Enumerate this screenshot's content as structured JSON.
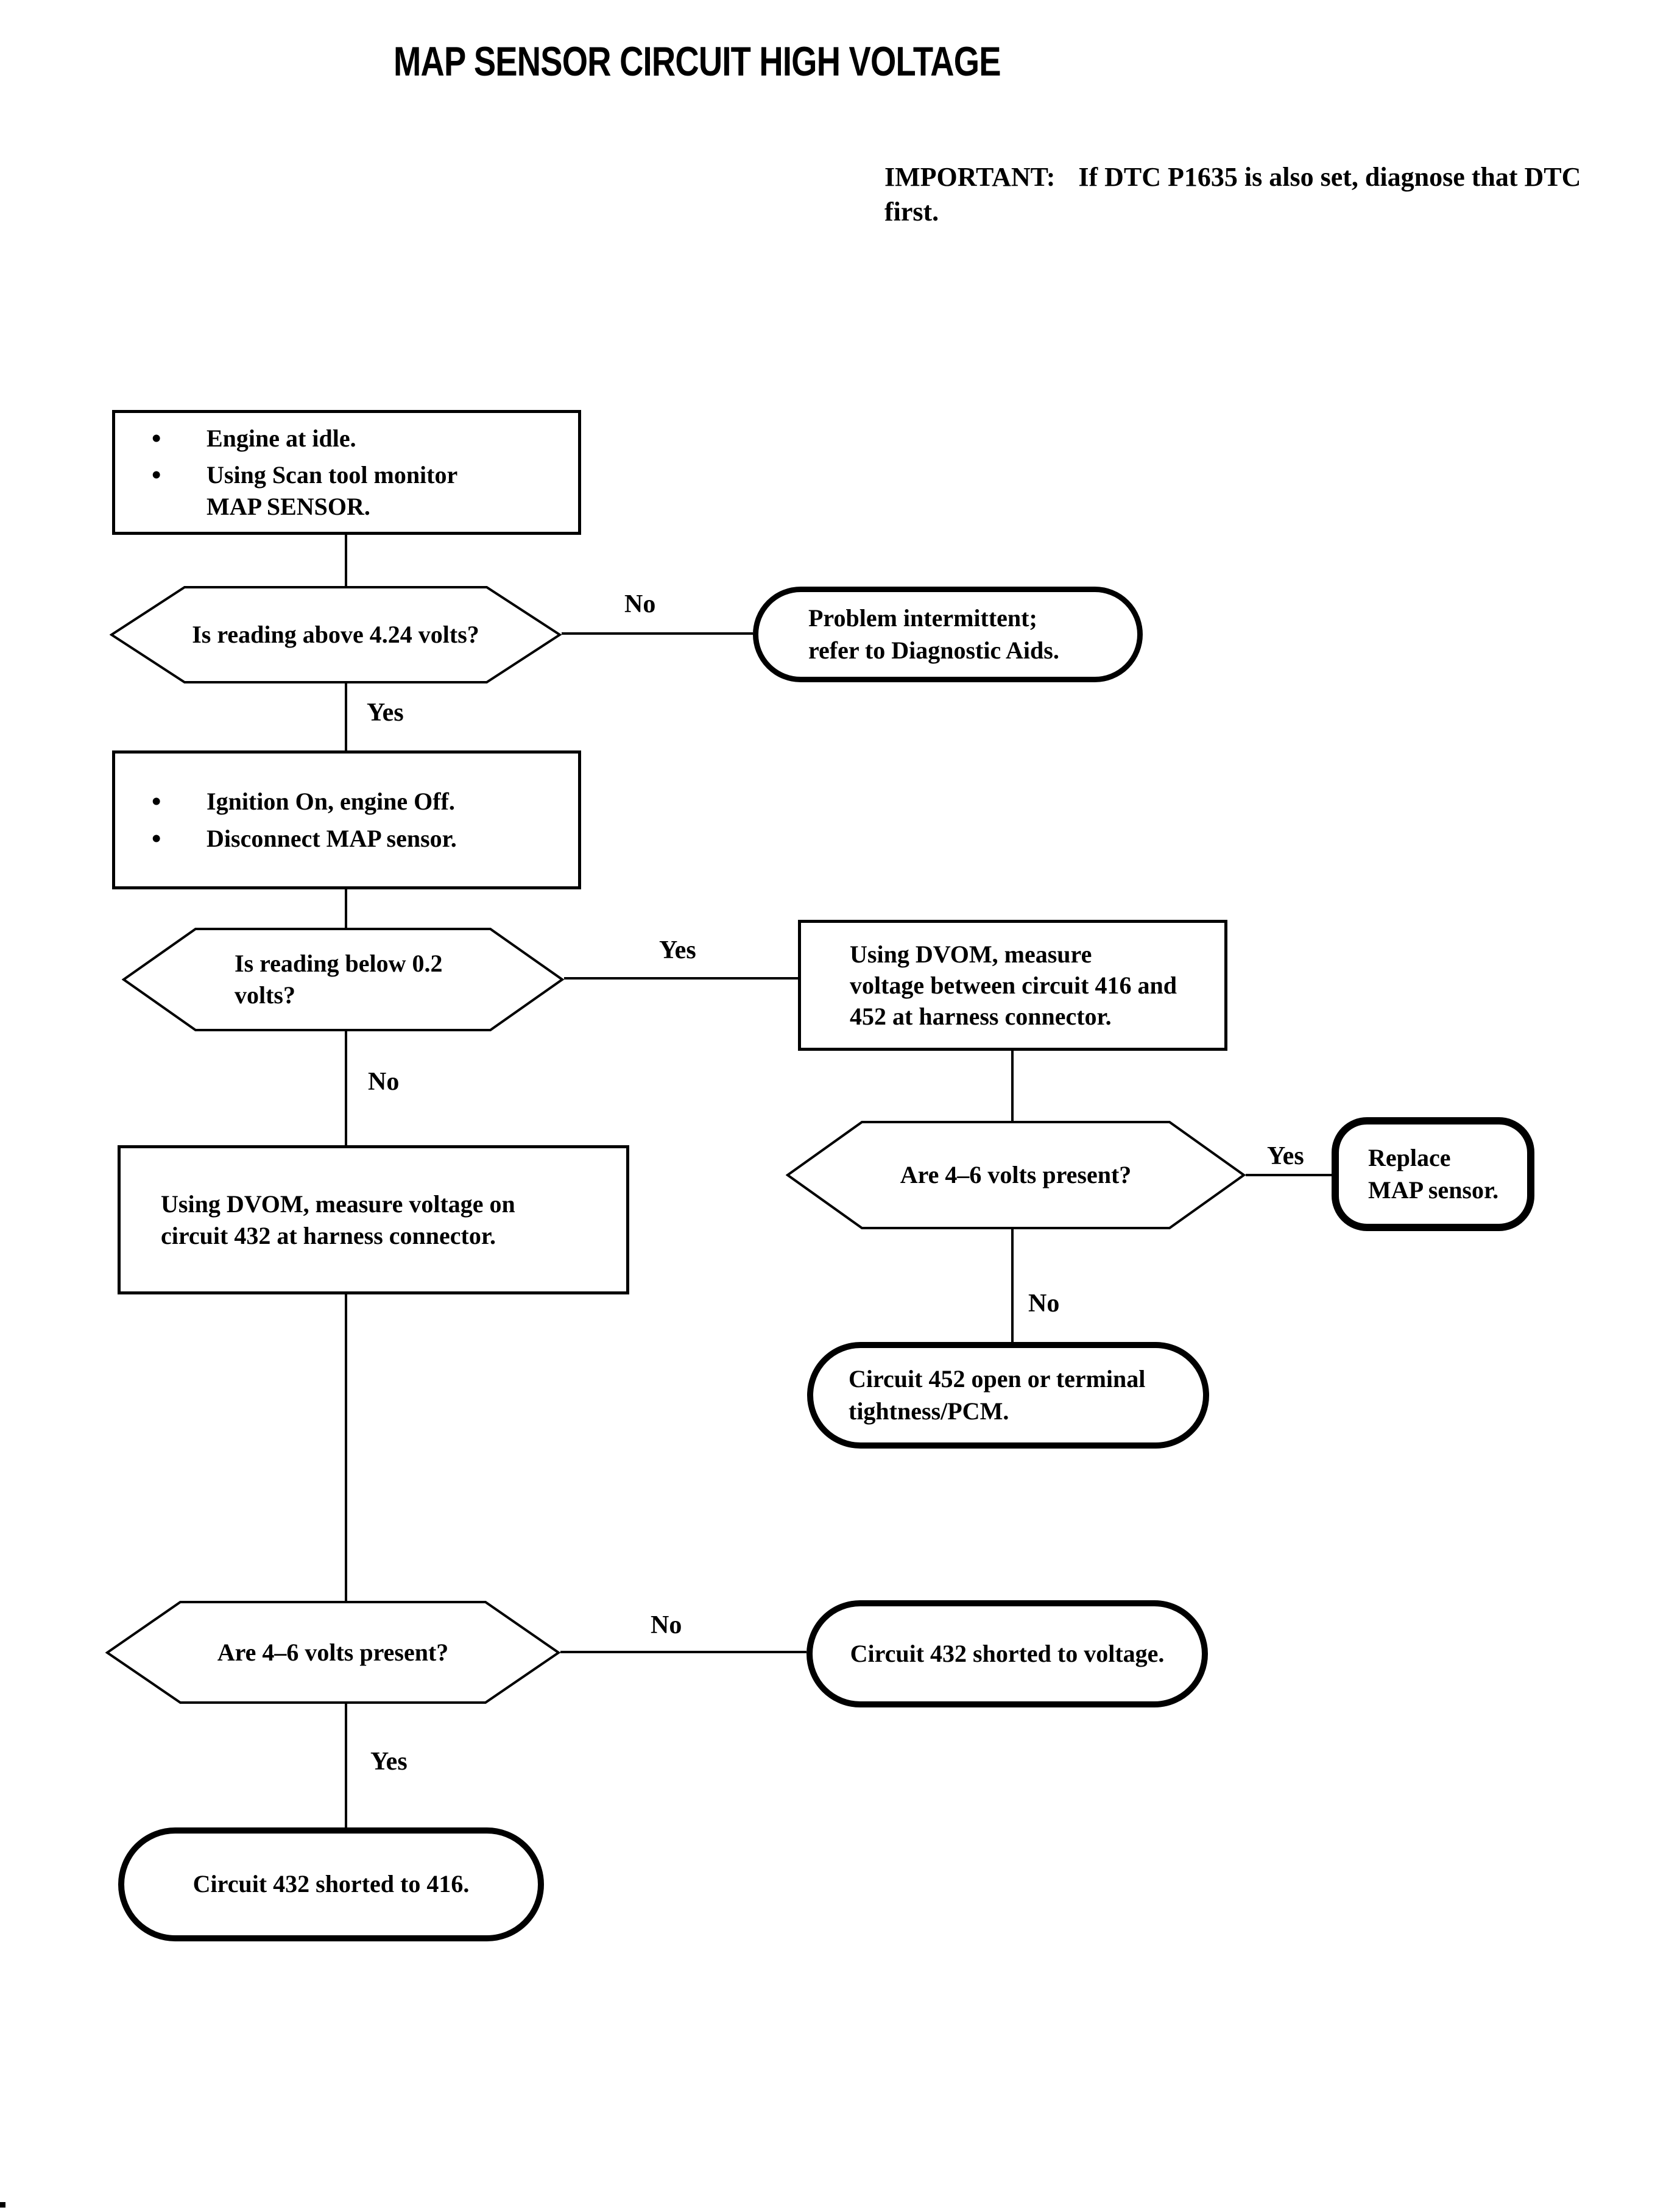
{
  "title": "MAP SENSOR CIRCUIT HIGH VOLTAGE",
  "important_note": {
    "label": "IMPORTANT:",
    "line1": "If DTC P1635 is also set, diagnose",
    "line2": "that DTC first."
  },
  "flow": {
    "step_idle": {
      "bullets": [
        "Engine at idle.",
        "Using Scan tool monitor MAP SENSOR."
      ]
    },
    "decision_above_424": {
      "question": "Is reading above 4.24 volts?",
      "yes": "Yes",
      "no": "No"
    },
    "result_intermittent": {
      "lines": [
        "Problem intermittent;",
        "refer to Diagnostic Aids."
      ]
    },
    "step_ignition": {
      "bullets": [
        "Ignition On, engine Off.",
        "Disconnect MAP sensor."
      ]
    },
    "decision_below_02": {
      "lines": [
        "Is reading below 0.2",
        "volts?"
      ],
      "yes": "Yes",
      "no": "No"
    },
    "step_measure_416_452": {
      "lines": [
        "Using DVOM, measure",
        "voltage between circuit 416 and",
        "452 at harness connector."
      ]
    },
    "decision_46_right": {
      "question": "Are 4–6 volts present?",
      "yes": "Yes",
      "no": "No"
    },
    "result_replace": {
      "lines": [
        "Replace",
        "MAP sensor."
      ]
    },
    "result_452_open": {
      "lines": [
        "Circuit 452 open or terminal",
        "tightness/PCM."
      ]
    },
    "step_measure_432": {
      "lines": [
        "Using DVOM, measure voltage on",
        "circuit 432 at harness connector."
      ]
    },
    "decision_46_left": {
      "question": "Are 4–6 volts present?",
      "yes": "Yes",
      "no": "No"
    },
    "result_432_voltage": {
      "text": "Circuit 432 shorted to voltage."
    },
    "result_432_416": {
      "text": "Circuit 432 shorted to 416."
    }
  }
}
